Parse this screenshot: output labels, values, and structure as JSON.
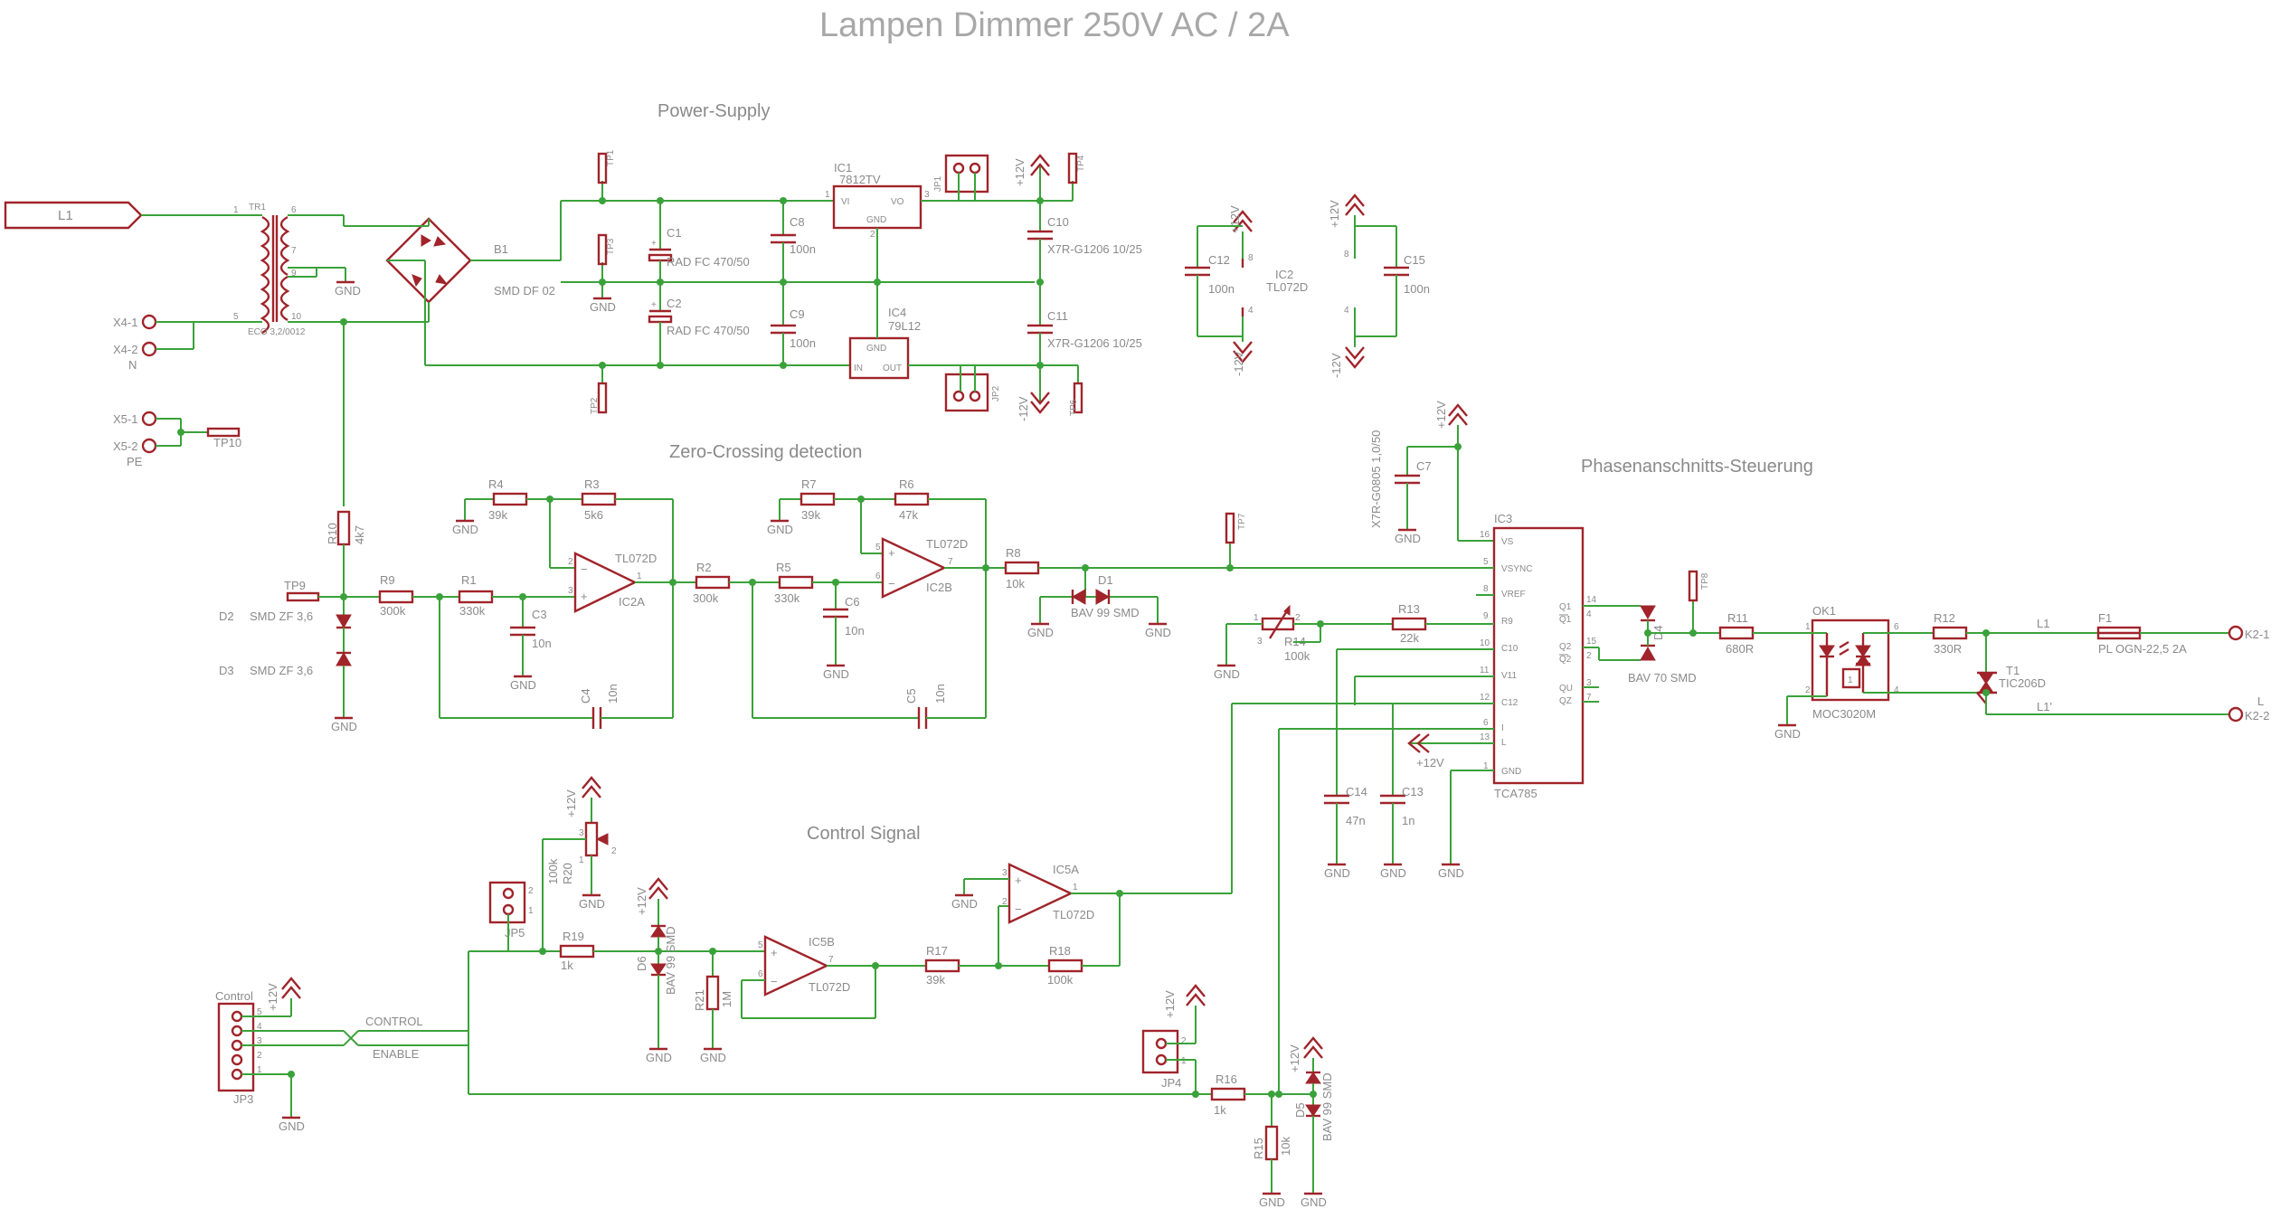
{
  "title": "Lampen Dimmer 250V AC / 2A",
  "sections": {
    "power": "Power-Supply",
    "zero": "Zero-Crossing detection",
    "control": "Control Signal",
    "phase": "Phasenanschnitts-Steuerung"
  },
  "colors": {
    "wire": "#3aa23a",
    "symbol": "#a0242a",
    "text": "#8a8a8a",
    "title": "#a8a8a8"
  },
  "components": {
    "l1_in": "L1",
    "x4_1": "X4-1",
    "x4_2": "X4-2",
    "n": "N",
    "x5_1": "X5-1",
    "x5_2": "X5-2",
    "pe": "PE",
    "tp10": "TP10",
    "tr1": "TR1",
    "tr1_part": "ECO 3,2/0012",
    "b1": "B1",
    "b1_val": "SMD DF 02",
    "tp1": "TP1",
    "tp3": "TP3",
    "tp2": "TP2",
    "tp4": "TP4",
    "tp6": "TP6",
    "c1": "C1",
    "c1_val": "RAD FC 470/50",
    "c2": "C2",
    "c2_val": "RAD FC 470/50",
    "c8": "C8",
    "c8_val": "100n",
    "c9": "C9",
    "c9_val": "100n",
    "ic1": "IC1",
    "ic1_val": "7812TV",
    "ic4": "IC4",
    "ic4_val": "79L12",
    "jp1": "JP1",
    "jp2": "JP2",
    "c10": "C10",
    "c10_val": "X7R-G1206 10/25",
    "c11": "C11",
    "c11_val": "X7R-G1206 10/25",
    "c12": "C12",
    "c12_val": "100n",
    "ic2": "IC2",
    "ic2_val": "TL072D",
    "c15": "C15",
    "c15_val": "100n",
    "r10": "R10",
    "r10_val": "4k7",
    "tp9": "TP9",
    "r9": "R9",
    "r9_val": "300k",
    "d2": "D2",
    "d2_val": "SMD ZF 3,6",
    "d3": "D3",
    "d3_val": "SMD ZF 3,6",
    "r4": "R4",
    "r4_val": "39k",
    "r3": "R3",
    "r3_val": "5k6",
    "r1": "R1",
    "r1_val": "330k",
    "c3": "C3",
    "c3_val": "10n",
    "ic2a": "IC2A",
    "tl072d": "TL072D",
    "c4": "C4",
    "c4_val": "10n",
    "r2": "R2",
    "r2_val": "300k",
    "r7": "R7",
    "r7_val": "39k",
    "r6": "R6",
    "r6_val": "47k",
    "r5": "R5",
    "r5_val": "330k",
    "c6": "C6",
    "c6_val": "10n",
    "ic2b": "IC2B",
    "c5": "C5",
    "c5_val": "10n",
    "r8": "R8",
    "r8_val": "10k",
    "d1": "D1",
    "d1_val": "BAV 99 SMD",
    "tp7": "TP7",
    "c7": "C7",
    "c7_val": "X7R-G0805 1,0/50",
    "ic3": "IC3",
    "ic3_val": "TCA785",
    "r14": "R14",
    "r14_val": "100k",
    "r13": "R13",
    "r13_val": "22k",
    "c14": "C14",
    "c14_val": "47n",
    "c13": "C13",
    "c13_val": "1n",
    "d4": "D4",
    "d4_val": "BAV 70 SMD",
    "tp8": "TP8",
    "r11": "R11",
    "r11_val": "680R",
    "ok1": "OK1",
    "ok1_val": "MOC3020M",
    "r12": "R12",
    "r12_val": "330R",
    "t1": "T1",
    "t1_val": "TIC206D",
    "l1_mid": "L1",
    "f1": "F1",
    "f1_val": "PL OGN-22,5  2A",
    "k2_1": "K2-1",
    "k2_2": "K2-2",
    "l_out": "L",
    "l1_prime": "L1'",
    "r20": "R20",
    "r20_val": "100k",
    "jp5": "JP5",
    "r19": "R19",
    "r19_val": "1k",
    "d6": "D6",
    "d6_val": "BAV 99 SMD",
    "r21": "R21",
    "r21_val": "1M",
    "ic5b": "IC5B",
    "r17": "R17",
    "r17_val": "39k",
    "r18": "R18",
    "r18_val": "100k",
    "ic5a": "IC5A",
    "control": "Control",
    "jp3": "JP3",
    "net_control": "CONTROL",
    "net_enable": "ENABLE",
    "jp4": "JP4",
    "r16": "R16",
    "r16_val": "1k",
    "r15": "R15",
    "r15_val": "10k",
    "d5": "D5",
    "d5_val": "BAV 99 SMD"
  },
  "ic3_pins": {
    "vs": "VS",
    "vsync": "VSYNC",
    "vref": "VREF",
    "r9": "R9",
    "c10": "C10",
    "v11": "V11",
    "c12": "C12",
    "i": "I",
    "l": "L",
    "gnd": "GND",
    "q1": "Q1",
    "q1n": "Q1",
    "q2": "Q2",
    "q2n": "Q2",
    "qu": "QU",
    "qz": "QZ",
    "n16": "16",
    "n5": "5",
    "n8": "8",
    "n9": "9",
    "n10": "10",
    "n11": "11",
    "n12": "12",
    "n6": "6",
    "n13": "13",
    "n1": "1",
    "n14": "14",
    "n4": "4",
    "n15": "15",
    "n2": "2",
    "n3": "3",
    "n7": "7"
  },
  "supply": {
    "p12": "+12V",
    "m12": "-12V",
    "gnd": "GND"
  }
}
